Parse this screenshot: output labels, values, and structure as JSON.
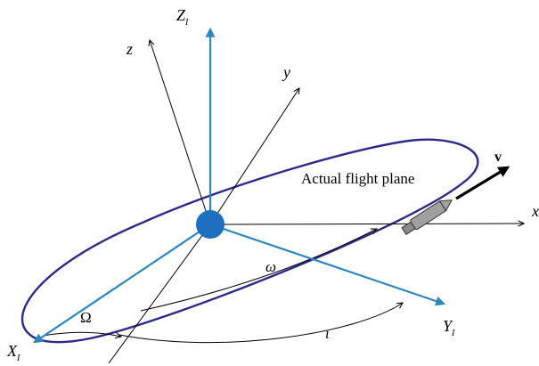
{
  "diagram": {
    "labels": {
      "Z_axis": "Z",
      "Z_sub": "I",
      "X_axis": "X",
      "X_sub": "I",
      "Y_axis": "Y",
      "Y_sub": "I",
      "z_body": "z",
      "y_body": "y",
      "x_body": "x",
      "velocity": "v",
      "plane_label": "Actual flight plane",
      "omega": "ω",
      "Omega": "Ω",
      "iota": "ι"
    },
    "colors": {
      "inertial_axes": "#2e86c1",
      "orbit": "#2a2a8a",
      "body": "#1e6fbf",
      "lines": "#000000",
      "craft": "#9a9a9a"
    }
  }
}
